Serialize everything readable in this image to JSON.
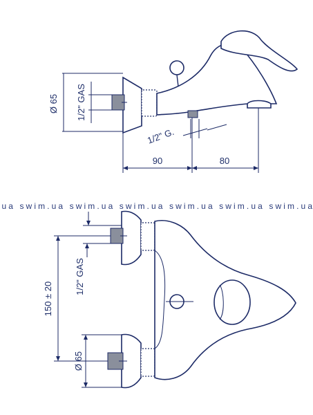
{
  "side_view": {
    "diameter_label": "Ø 65",
    "thread_label": "1/2\" GAS",
    "outlet_thread_label": "1/2\" G.",
    "dim_a": "90",
    "dim_b": "80"
  },
  "watermark": ".ua swim.ua swim.ua swim.ua swim.ua swim.ua swim.ua",
  "top_view": {
    "center_distance_label": "150 ± 20",
    "thread_label": "1/2\" GAS",
    "diameter_label": "Ø 65"
  },
  "colors": {
    "ink": "#1c2a66",
    "text": "#20306a",
    "pipe": "#8a8f9c"
  }
}
